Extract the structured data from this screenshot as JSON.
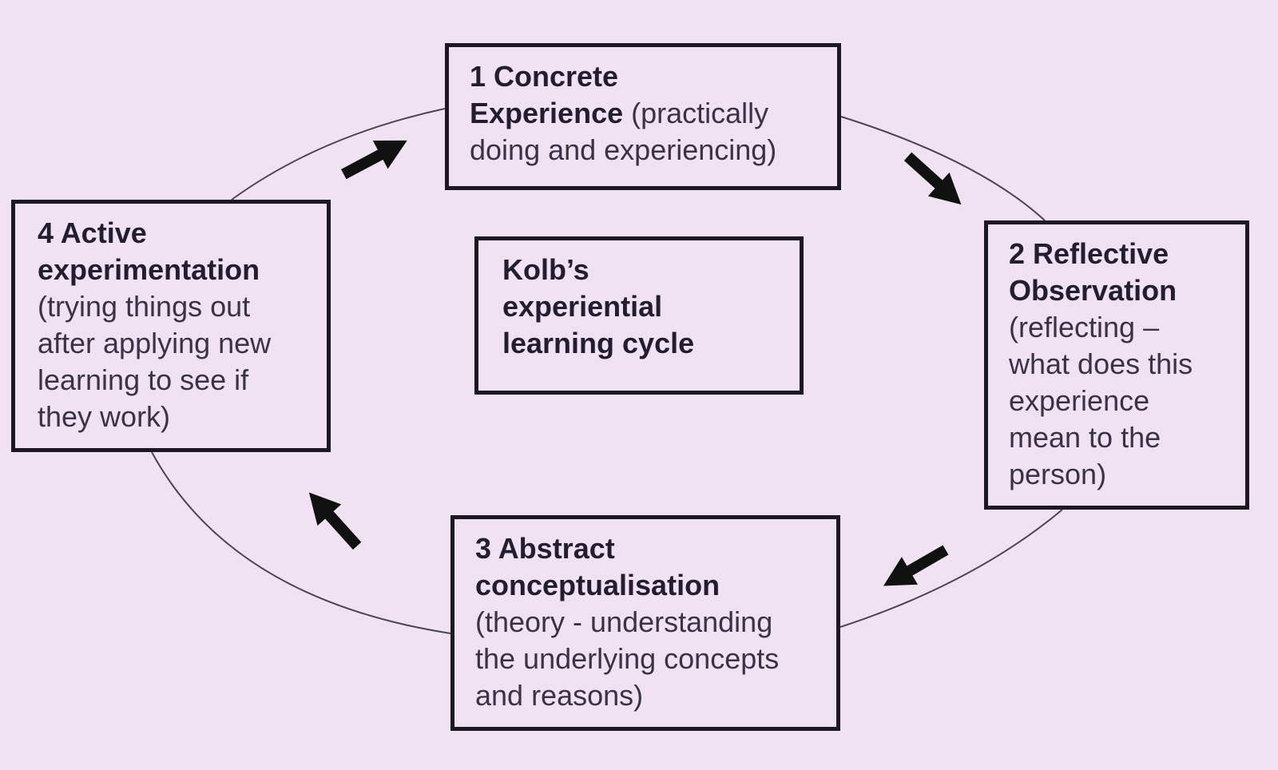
{
  "diagram": {
    "center": {
      "lines": [
        "Kolb’s",
        "experiential",
        "learning cycle"
      ]
    },
    "stages": [
      {
        "id": "concrete",
        "title": "1 Concrete",
        "subtitle": "Experience",
        "desc_lines": [
          " (practically",
          "doing and experiencing)"
        ]
      },
      {
        "id": "reflective",
        "title": "2 Reflective",
        "subtitle": "Observation",
        "desc_lines": [
          "(reflecting –",
          "what does this",
          "experience",
          "mean to the",
          "person)"
        ]
      },
      {
        "id": "abstract",
        "title": "3 Abstract",
        "subtitle": "conceptualisation",
        "desc_lines": [
          "(theory - understanding",
          "the underlying concepts",
          "and reasons)"
        ]
      },
      {
        "id": "active",
        "title": "4 Active",
        "subtitle": "experimentation",
        "desc_lines": [
          "(trying things out",
          "after applying new",
          "learning to see if",
          "they work)"
        ]
      }
    ],
    "colors": {
      "background": "#f1e2f3",
      "box_border": "#1c1722",
      "cycle_line": "#4a4456",
      "arrow_fill": "#111111"
    },
    "arrows": [
      "arrow-down-right",
      "arrow-down-left",
      "arrow-up-left",
      "arrow-up-right"
    ]
  }
}
